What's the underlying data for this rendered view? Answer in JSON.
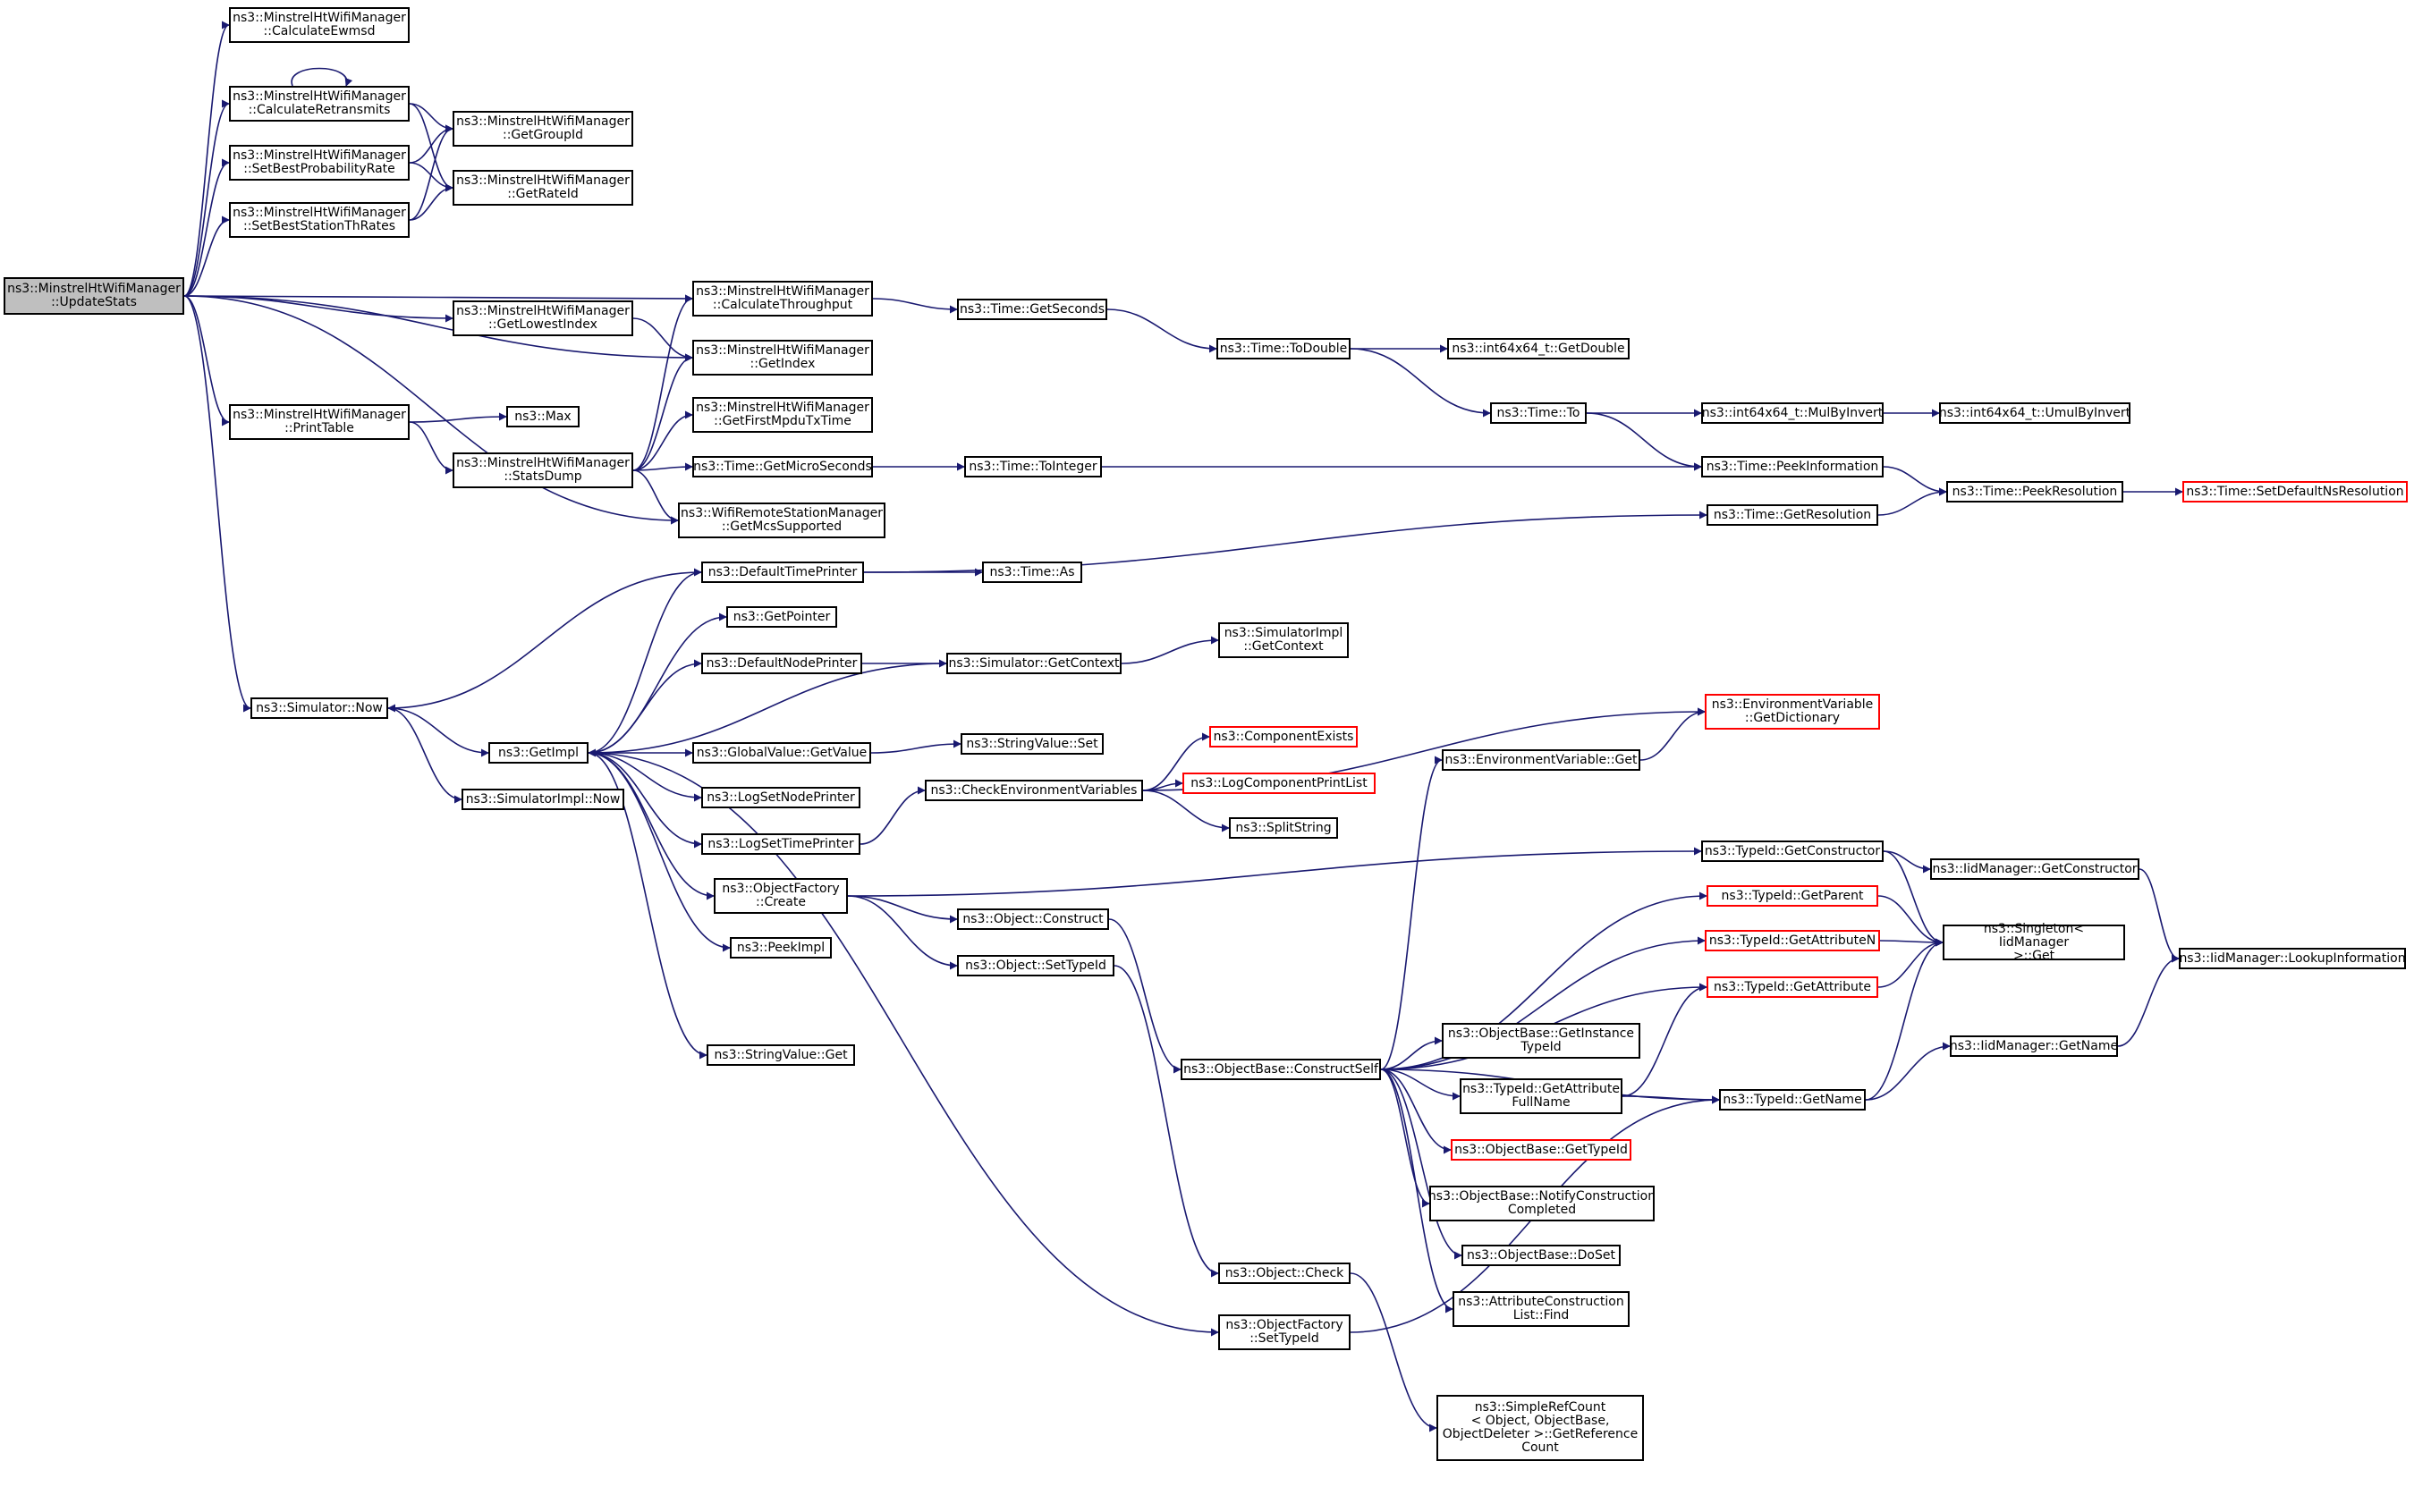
{
  "colors": {
    "edge": "#191970",
    "root_fill": "#bfbfbf",
    "border": "#000000",
    "incomplete_border": "#ff0000"
  },
  "nodes": [
    {
      "id": "n0",
      "text": "ns3::MinstrelHtWifiManager\n::UpdateStats",
      "root": true
    },
    {
      "id": "n1",
      "text": "ns3::MinstrelHtWifiManager\n::CalculateEwmsd"
    },
    {
      "id": "n2",
      "text": "ns3::MinstrelHtWifiManager\n::CalculateRetransmits"
    },
    {
      "id": "n3",
      "text": "ns3::MinstrelHtWifiManager\n::SetBestProbabilityRate"
    },
    {
      "id": "n4",
      "text": "ns3::MinstrelHtWifiManager\n::SetBestStationThRates"
    },
    {
      "id": "n5",
      "text": "ns3::MinstrelHtWifiManager\n::GetGroupId"
    },
    {
      "id": "n6",
      "text": "ns3::MinstrelHtWifiManager\n::GetRateId"
    },
    {
      "id": "n7",
      "text": "ns3::MinstrelHtWifiManager\n::CalculateThroughput"
    },
    {
      "id": "n8",
      "text": "ns3::MinstrelHtWifiManager\n::GetLowestIndex"
    },
    {
      "id": "n9",
      "text": "ns3::MinstrelHtWifiManager\n::GetIndex"
    },
    {
      "id": "n10",
      "text": "ns3::MinstrelHtWifiManager\n::GetFirstMpduTxTime"
    },
    {
      "id": "n11",
      "text": "ns3::MinstrelHtWifiManager\n::PrintTable"
    },
    {
      "id": "n12",
      "text": "ns3::Max"
    },
    {
      "id": "n13",
      "text": "ns3::MinstrelHtWifiManager\n::StatsDump"
    },
    {
      "id": "n14",
      "text": "ns3::Time::GetMicroSeconds"
    },
    {
      "id": "n15",
      "text": "ns3::WifiRemoteStationManager\n::GetMcsSupported"
    },
    {
      "id": "n16",
      "text": "ns3::Time::GetSeconds"
    },
    {
      "id": "n17",
      "text": "ns3::Time::ToDouble"
    },
    {
      "id": "n18",
      "text": "ns3::int64x64_t::GetDouble"
    },
    {
      "id": "n19",
      "text": "ns3::Time::To"
    },
    {
      "id": "n20",
      "text": "ns3::int64x64_t::MulByInvert"
    },
    {
      "id": "n21",
      "text": "ns3::int64x64_t::UmulByInvert"
    },
    {
      "id": "n22",
      "text": "ns3::Time::ToInteger"
    },
    {
      "id": "n23",
      "text": "ns3::Time::PeekInformation"
    },
    {
      "id": "n24",
      "text": "ns3::Time::PeekResolution"
    },
    {
      "id": "n25",
      "text": "ns3::Time::SetDefaultNsResolution",
      "red": true
    },
    {
      "id": "n26",
      "text": "ns3::Time::GetResolution"
    },
    {
      "id": "n27",
      "text": "ns3::DefaultTimePrinter"
    },
    {
      "id": "n28",
      "text": "ns3::Time::As"
    },
    {
      "id": "n29",
      "text": "ns3::GetPointer"
    },
    {
      "id": "n30",
      "text": "ns3::DefaultNodePrinter"
    },
    {
      "id": "n31",
      "text": "ns3::Simulator::GetContext"
    },
    {
      "id": "n32",
      "text": "ns3::SimulatorImpl\n::GetContext"
    },
    {
      "id": "n33",
      "text": "ns3::Simulator::Now"
    },
    {
      "id": "n34",
      "text": "ns3::GetImpl"
    },
    {
      "id": "n35",
      "text": "ns3::SimulatorImpl::Now"
    },
    {
      "id": "n36",
      "text": "ns3::GlobalValue::GetValue"
    },
    {
      "id": "n37",
      "text": "ns3::StringValue::Set"
    },
    {
      "id": "n38",
      "text": "ns3::LogSetNodePrinter"
    },
    {
      "id": "n39",
      "text": "ns3::LogSetTimePrinter"
    },
    {
      "id": "n40",
      "text": "ns3::CheckEnvironmentVariables"
    },
    {
      "id": "n41",
      "text": "ns3::EnvironmentVariable\n::GetDictionary",
      "red": true
    },
    {
      "id": "n42",
      "text": "ns3::ComponentExists",
      "red": true
    },
    {
      "id": "n43",
      "text": "ns3::LogComponentPrintList",
      "red": true
    },
    {
      "id": "n44",
      "text": "ns3::SplitString"
    },
    {
      "id": "n45",
      "text": "ns3::EnvironmentVariable::Get"
    },
    {
      "id": "n46",
      "text": "ns3::ObjectFactory\n::Create"
    },
    {
      "id": "n47",
      "text": "ns3::Object::Construct"
    },
    {
      "id": "n48",
      "text": "ns3::Object::SetTypeId"
    },
    {
      "id": "n49",
      "text": "ns3::PeekImpl"
    },
    {
      "id": "n50",
      "text": "ns3::StringValue::Get"
    },
    {
      "id": "n51",
      "text": "ns3::TypeId::GetConstructor"
    },
    {
      "id": "n52",
      "text": "ns3::IidManager::GetConstructor"
    },
    {
      "id": "n53",
      "text": "ns3::TypeId::GetParent",
      "red": true
    },
    {
      "id": "n54",
      "text": "ns3::TypeId::GetAttributeN",
      "red": true
    },
    {
      "id": "n55",
      "text": "ns3::TypeId::GetAttribute",
      "red": true
    },
    {
      "id": "n56",
      "text": "ns3::Singleton< IidManager\n >::Get"
    },
    {
      "id": "n57",
      "text": "ns3::IidManager::LookupInformation"
    },
    {
      "id": "n58",
      "text": "ns3::ObjectBase::GetInstance\nTypeId"
    },
    {
      "id": "n59",
      "text": "ns3::ObjectBase::ConstructSelf"
    },
    {
      "id": "n60",
      "text": "ns3::TypeId::GetAttribute\nFullName"
    },
    {
      "id": "n61",
      "text": "ns3::TypeId::GetName"
    },
    {
      "id": "n62",
      "text": "ns3::IidManager::GetName"
    },
    {
      "id": "n63",
      "text": "ns3::ObjectBase::GetTypeId",
      "red": true
    },
    {
      "id": "n64",
      "text": "ns3::ObjectBase::NotifyConstruction\nCompleted"
    },
    {
      "id": "n65",
      "text": "ns3::ObjectBase::DoSet"
    },
    {
      "id": "n66",
      "text": "ns3::Object::Check"
    },
    {
      "id": "n67",
      "text": "ns3::AttributeConstruction\nList::Find"
    },
    {
      "id": "n68",
      "text": "ns3::ObjectFactory\n::SetTypeId"
    },
    {
      "id": "n69",
      "text": "ns3::SimpleRefCount\n< Object, ObjectBase,\n ObjectDeleter >::GetReference\nCount"
    }
  ],
  "edges": [
    [
      "n0",
      "n1"
    ],
    [
      "n0",
      "n2"
    ],
    [
      "n0",
      "n3"
    ],
    [
      "n0",
      "n4"
    ],
    [
      "n0",
      "n7"
    ],
    [
      "n0",
      "n8"
    ],
    [
      "n0",
      "n9"
    ],
    [
      "n0",
      "n11"
    ],
    [
      "n0",
      "n15"
    ],
    [
      "n0",
      "n33"
    ],
    [
      "n2",
      "n2"
    ],
    [
      "n2",
      "n5"
    ],
    [
      "n2",
      "n6"
    ],
    [
      "n3",
      "n5"
    ],
    [
      "n3",
      "n6"
    ],
    [
      "n4",
      "n5"
    ],
    [
      "n4",
      "n6"
    ],
    [
      "n7",
      "n16"
    ],
    [
      "n8",
      "n9"
    ],
    [
      "n11",
      "n12"
    ],
    [
      "n11",
      "n13"
    ],
    [
      "n13",
      "n7"
    ],
    [
      "n13",
      "n9"
    ],
    [
      "n13",
      "n10"
    ],
    [
      "n13",
      "n14"
    ],
    [
      "n13",
      "n15"
    ],
    [
      "n16",
      "n17"
    ],
    [
      "n17",
      "n18"
    ],
    [
      "n17",
      "n19"
    ],
    [
      "n19",
      "n20"
    ],
    [
      "n19",
      "n23"
    ],
    [
      "n20",
      "n21"
    ],
    [
      "n14",
      "n22"
    ],
    [
      "n22",
      "n23"
    ],
    [
      "n23",
      "n24"
    ],
    [
      "n24",
      "n25"
    ],
    [
      "n26",
      "n24"
    ],
    [
      "n27",
      "n26"
    ],
    [
      "n27",
      "n28"
    ],
    [
      "n27",
      "n33"
    ],
    [
      "n33",
      "n34"
    ],
    [
      "n33",
      "n35"
    ],
    [
      "n34",
      "n27"
    ],
    [
      "n34",
      "n29"
    ],
    [
      "n34",
      "n30"
    ],
    [
      "n34",
      "n36"
    ],
    [
      "n34",
      "n38"
    ],
    [
      "n34",
      "n39"
    ],
    [
      "n34",
      "n46"
    ],
    [
      "n34",
      "n49"
    ],
    [
      "n34",
      "n50"
    ],
    [
      "n34",
      "n68"
    ],
    [
      "n30",
      "n31"
    ],
    [
      "n31",
      "n32"
    ],
    [
      "n31",
      "n34"
    ],
    [
      "n36",
      "n37"
    ],
    [
      "n39",
      "n40"
    ],
    [
      "n40",
      "n41"
    ],
    [
      "n40",
      "n42"
    ],
    [
      "n40",
      "n43"
    ],
    [
      "n40",
      "n44"
    ],
    [
      "n46",
      "n51"
    ],
    [
      "n46",
      "n47"
    ],
    [
      "n46",
      "n48"
    ],
    [
      "n47",
      "n59"
    ],
    [
      "n48",
      "n66"
    ],
    [
      "n59",
      "n45"
    ],
    [
      "n59",
      "n53"
    ],
    [
      "n59",
      "n54"
    ],
    [
      "n59",
      "n55"
    ],
    [
      "n59",
      "n58"
    ],
    [
      "n59",
      "n60"
    ],
    [
      "n59",
      "n61"
    ],
    [
      "n59",
      "n63"
    ],
    [
      "n59",
      "n64"
    ],
    [
      "n59",
      "n65"
    ],
    [
      "n59",
      "n67"
    ],
    [
      "n45",
      "n41"
    ],
    [
      "n51",
      "n52"
    ],
    [
      "n51",
      "n56"
    ],
    [
      "n52",
      "n57"
    ],
    [
      "n53",
      "n56"
    ],
    [
      "n54",
      "n56"
    ],
    [
      "n55",
      "n56"
    ],
    [
      "n60",
      "n55"
    ],
    [
      "n60",
      "n61"
    ],
    [
      "n61",
      "n56"
    ],
    [
      "n61",
      "n62"
    ],
    [
      "n62",
      "n57"
    ],
    [
      "n66",
      "n69"
    ],
    [
      "n68",
      "n61"
    ]
  ]
}
